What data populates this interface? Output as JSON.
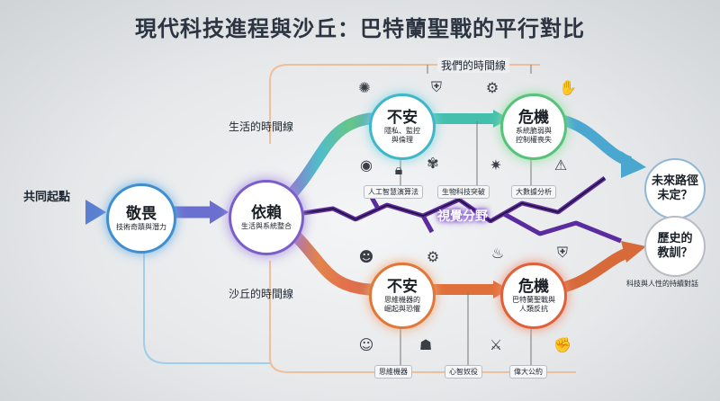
{
  "title": "現代科技進程與沙丘：巴特蘭聖戰的平行對比",
  "start_label": "共同起點",
  "nodes": {
    "awe": {
      "title": "敬畏",
      "sub": "技術奇蹟與潛力"
    },
    "depend": {
      "title": "依賴",
      "sub": "生活與系統整合"
    },
    "unease_top": {
      "title": "不安",
      "sub1": "隱私、監控",
      "sub2": "與倫理"
    },
    "crisis_top": {
      "title": "危機",
      "sub1": "系統脆弱與",
      "sub2": "控制權喪失"
    },
    "unease_bottom": {
      "title": "不安",
      "sub1": "思維機器的",
      "sub2": "崛起與恐懼"
    },
    "crisis_bottom": {
      "title": "危機",
      "sub1": "巴特蘭聖戰與",
      "sub2": "人類反抗"
    },
    "future": {
      "title1": "未來路徑",
      "title2": "未定？"
    },
    "history": {
      "title1": "歷史的",
      "title2": "教訓？"
    }
  },
  "labels": {
    "our_timeline": "我們的時間線",
    "life_timeline": "生活的時間線",
    "dune_timeline": "沙丘的時間線",
    "visual_divide": "視覺分野",
    "dialogue": "科技與人性的持續對話"
  },
  "chips_top": [
    "人工智慧演算法",
    "生物科技突破",
    "大數據分析"
  ],
  "chips_bottom": [
    "思維機器",
    "心智奴役",
    "偉大公約"
  ],
  "colors": {
    "top_path": "#3fb7c8",
    "bottom_path": "#e0783a",
    "crack": "#5b2ba0",
    "arrow": "#5aa9c9"
  }
}
